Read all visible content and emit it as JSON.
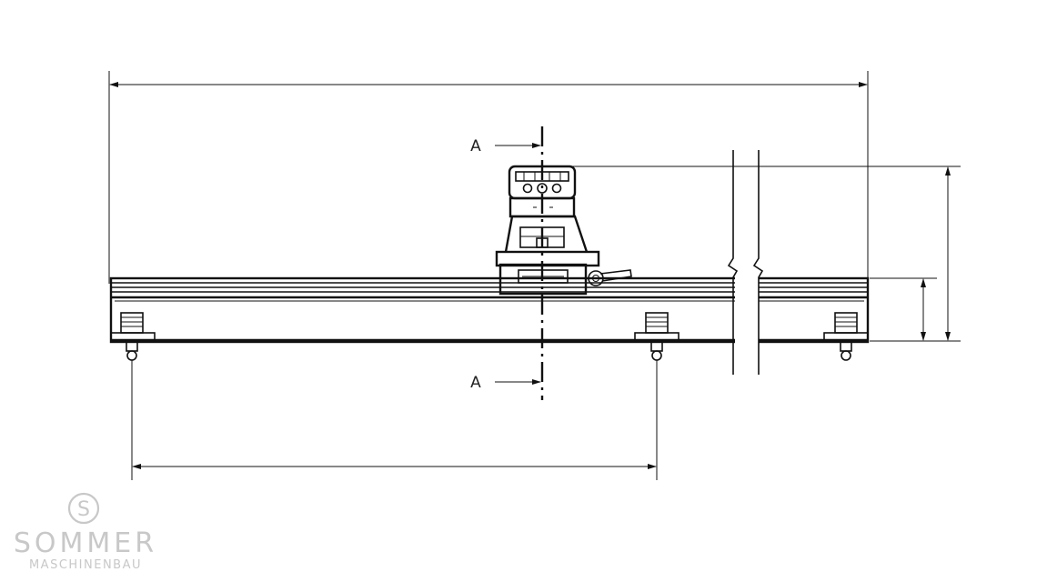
{
  "section_marks": {
    "top": "A",
    "bottom": "A"
  },
  "logo": {
    "icon_letter": "S",
    "name": "SOMMER",
    "subtitle": "MASCHINENBAU"
  },
  "colors": {
    "line": "#111111",
    "logo": "#c8c8c8",
    "background": "#ffffff"
  }
}
